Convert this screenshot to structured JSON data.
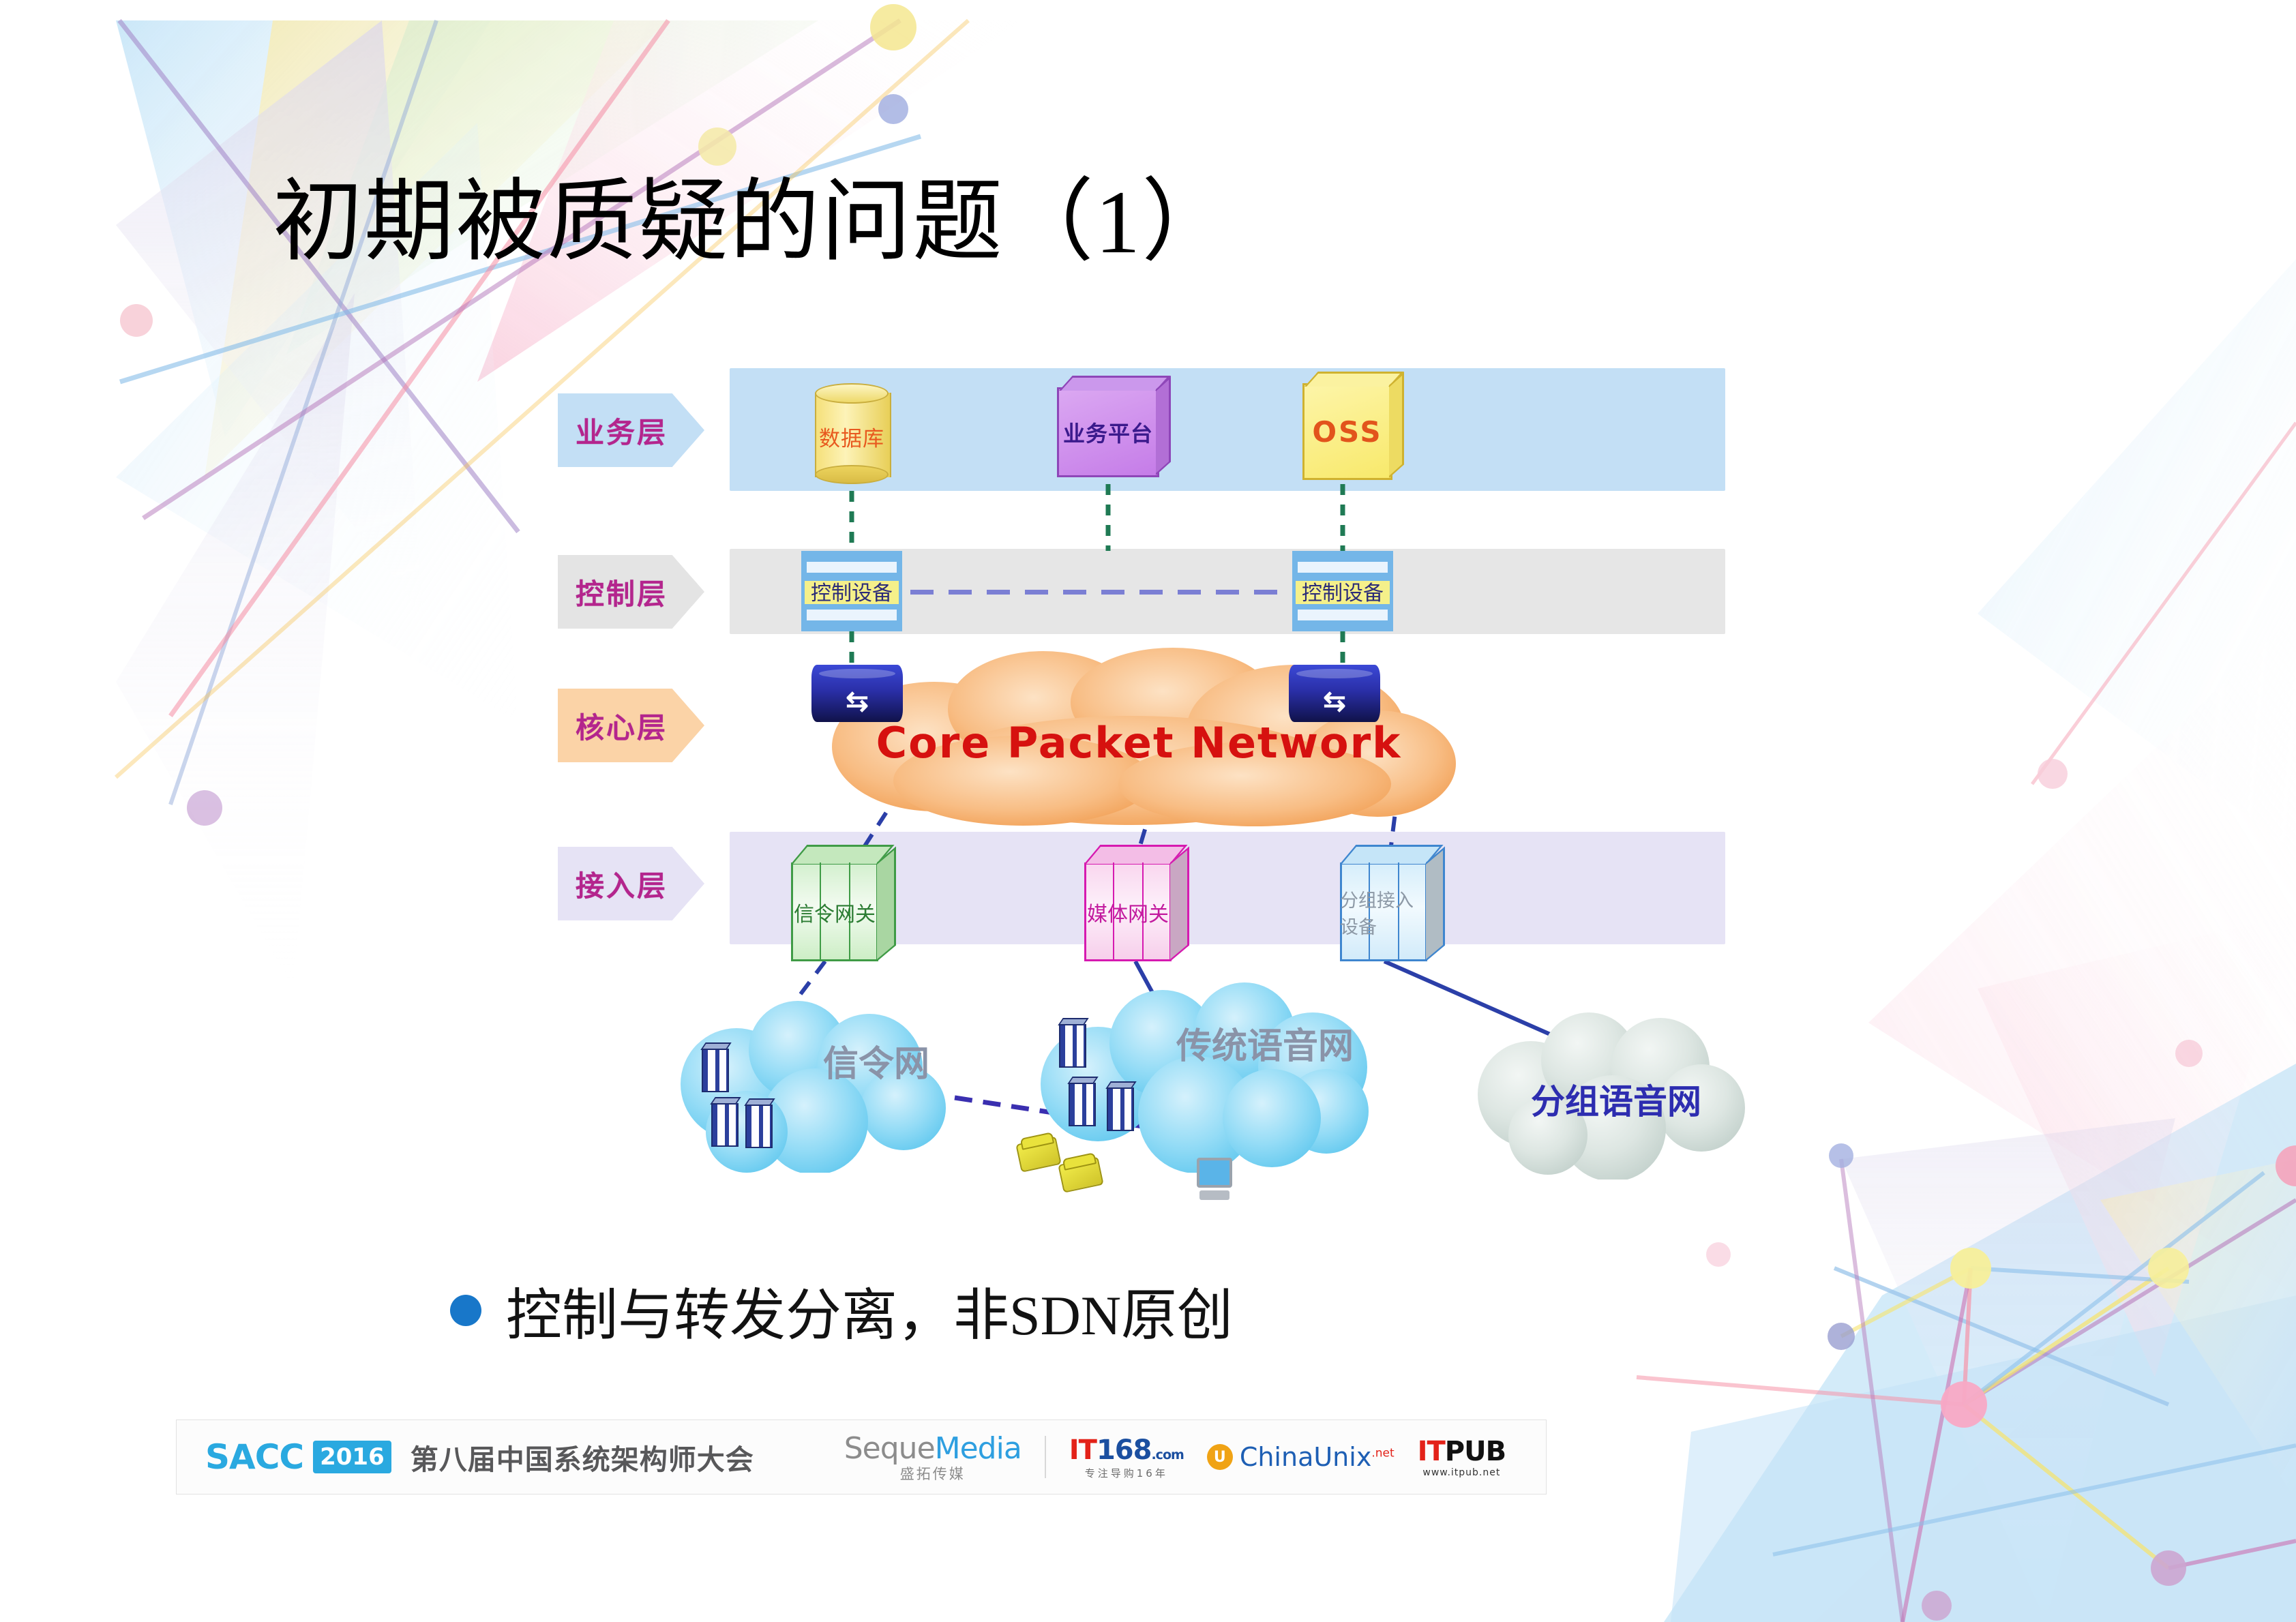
{
  "slide": {
    "title": "初期被质疑的问题（1）"
  },
  "diagram": {
    "layers": [
      {
        "name": "业务层",
        "band_color": "#c3dff5"
      },
      {
        "name": "控制层",
        "band_color": "#e6e6e6"
      },
      {
        "name": "核心层",
        "band_color": "#fbd3a7"
      },
      {
        "name": "接入层",
        "band_color": "#e6e3f5"
      }
    ],
    "service_nodes": [
      {
        "label": "数据库",
        "shape": "cylinder",
        "color": "#f5e07a"
      },
      {
        "label": "业务平台",
        "shape": "box",
        "color": "#c57ce8"
      },
      {
        "label": "OSS",
        "shape": "box",
        "color": "#f8e96b"
      }
    ],
    "control_nodes": [
      {
        "label": "控制设备"
      },
      {
        "label": "控制设备"
      }
    ],
    "core": {
      "cloud_label": "Core Packet Network",
      "cloud_color": "#f6b26b",
      "label_color": "#d6110f",
      "routers": [
        "router-icon",
        "router-icon"
      ]
    },
    "access_nodes": [
      {
        "label": "信令网关",
        "color": "#3f9b46"
      },
      {
        "label": "媒体网关",
        "color": "#d61ab0"
      },
      {
        "label": "分组接入设备",
        "color": "#3f86cf"
      }
    ],
    "bottom_networks": [
      {
        "label": "信令网",
        "color": "#7fd4f5"
      },
      {
        "label": "传统语音网",
        "color": "#7fd4f5"
      },
      {
        "label": "分组语音网",
        "color": "#cfd9d4"
      }
    ]
  },
  "bullet": {
    "dot_color": "#1877c9",
    "text": "控制与转发分离，非SDN原创"
  },
  "footer": {
    "conference_name": "SACC",
    "year": "2016",
    "conference_cn": "第八届中国系统架构师大会",
    "sponsors": {
      "seque_name": "Seque",
      "seque_media": "Media",
      "seque_cn": "盛拓传媒",
      "it168_it": "IT",
      "it168_num": "168",
      "it168_dot": ".com",
      "it168_sub": "专注导购16年",
      "chinaunix_mark": "U",
      "chinaunix_name": "ChinaUnix",
      "chinaunix_net": ".net",
      "itpub_it": "IT",
      "itpub_pub": "PUB",
      "itpub_url": "www.itpub.net"
    }
  }
}
